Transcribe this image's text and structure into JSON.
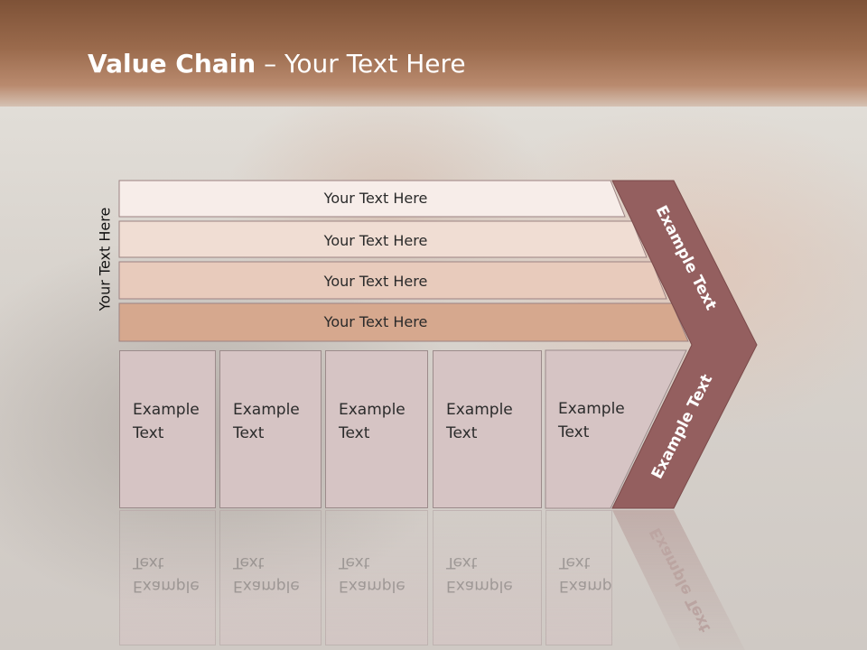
{
  "title": {
    "bold": "Value Chain",
    "rest": " – Your Text Here"
  },
  "side_label": "Your Text Here",
  "bands": [
    {
      "label": "Your Text Here",
      "color": "#f7ede9"
    },
    {
      "label": "Your Text Here",
      "color": "#f0ddd3"
    },
    {
      "label": "Your Text Here",
      "color": "#e8cbbc"
    },
    {
      "label": "Your Text Here",
      "color": "#d6a88e"
    }
  ],
  "activities": [
    {
      "label": "Example Text"
    },
    {
      "label": "Example Text"
    },
    {
      "label": "Example Text"
    },
    {
      "label": "Example Text"
    },
    {
      "label": "Example Text"
    }
  ],
  "chevron": {
    "upper_label": "Example Text",
    "lower_label": "Example Text",
    "color": "#945f5f"
  }
}
